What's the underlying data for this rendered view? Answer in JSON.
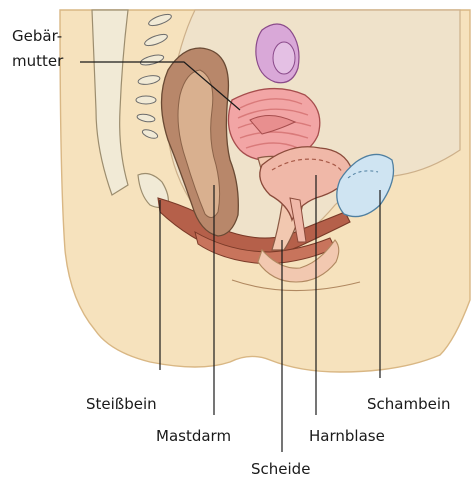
{
  "labels": {
    "uterus_line1": "Gebär-",
    "uterus_line2": "mutter",
    "coccyx": "Steißbein",
    "rectum": "Mastdarm",
    "vagina": "Scheide",
    "bladder": "Harnblase",
    "pubic_bone": "Schambein"
  },
  "colors": {
    "skin": "#f6e2bd",
    "skin_outline": "#d9b784",
    "cavity": "#efe2ca",
    "uterus": "#f2a5a5",
    "uterus_stripe": "#d97a7a",
    "rectum": "#b8876a",
    "muscle": "#b5604a",
    "bladder": "#f0b8a8",
    "pubic_bone": "#cfe4f2",
    "ovary": "#d9a8d8",
    "bone": "#f1ead6"
  }
}
